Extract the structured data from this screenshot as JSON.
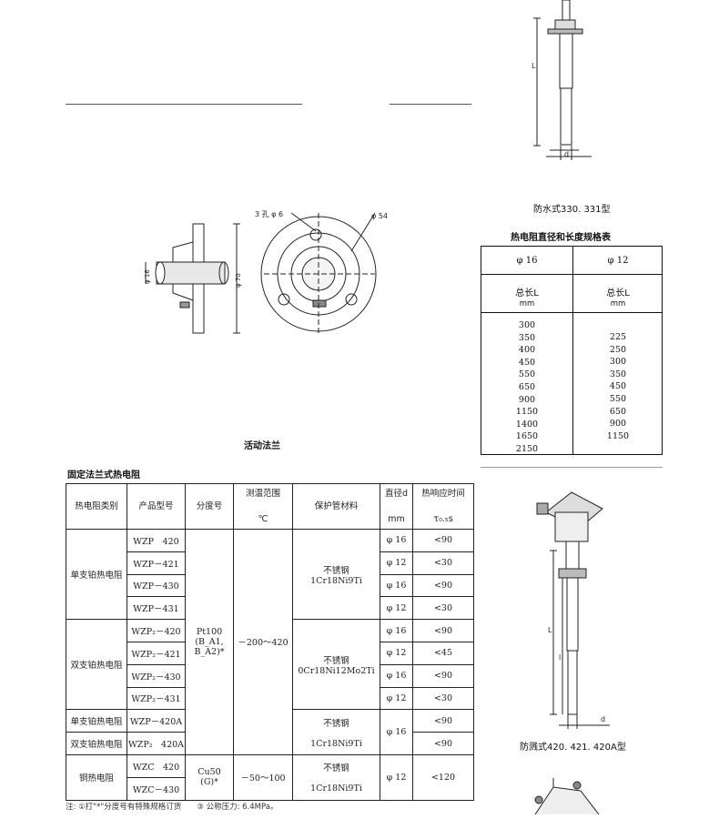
{
  "captions": {
    "waterproof": "防水式330. 331型",
    "spec_table_title": "热电阻直径和长度规格表",
    "flange": "活动法兰",
    "fixed_flange_title": "固定法兰式热电阻",
    "explosion_proof": "防溅式420. 421. 420A型"
  },
  "drawing_labels": {
    "holes": "3 孔 φ 6",
    "phi54": "φ 54",
    "phi16": "φ 16",
    "phi70": "φ 70",
    "L": "L",
    "d": "d",
    "l": "l"
  },
  "spec_table": {
    "headers": [
      "φ 16",
      "φ 12"
    ],
    "subheaders": [
      "总长L",
      "总长L"
    ],
    "units": [
      "mm",
      "mm"
    ],
    "phi16_values": [
      "300",
      "350",
      "400",
      "450",
      "550",
      "650",
      "900",
      "1150",
      "1400",
      "1650",
      "2150"
    ],
    "phi12_values": [
      "225",
      "250",
      "300",
      "350",
      "450",
      "550",
      "650",
      "900",
      "1150"
    ]
  },
  "main_table": {
    "headers": {
      "type": "热电阻类别",
      "model": "产品型号",
      "graduation": "分度号",
      "range": "测温范围",
      "range_unit": "℃",
      "material": "保护管材料",
      "diameter": "直径d",
      "diameter_unit": "mm",
      "response": "热响应时间",
      "response_unit": "τ₀.₅s"
    },
    "groups": {
      "single_pt": "单支铂热电阻",
      "double_pt": "双支铂热电阻",
      "single_pt2": "单支铂热电阻",
      "double_pt2": "双支铂热电阻",
      "copper": "铜热电阻"
    },
    "models": [
      "WZP　420",
      "WZP－421",
      "WZP－430",
      "WZP－431",
      "WZP₂－420",
      "WZP₂－421",
      "WZP₂－430",
      "WZP₂－431",
      "WZP－420A",
      "WZP₂　420A",
      "WZC　420",
      "WZC－430"
    ],
    "diameters": [
      "φ 16",
      "φ 12",
      "φ 16",
      "φ 12",
      "φ 16",
      "φ 12",
      "φ 16",
      "φ 12",
      "φ 16",
      "φ 12"
    ],
    "responses": [
      "<90",
      "<30",
      "<90",
      "<30",
      "<90",
      "<45",
      "<90",
      "<30",
      "<90",
      "<90",
      "<120"
    ],
    "pt_graduation": "Pt100",
    "pt_graduation_sub": "(B_A1, B_A2)*",
    "cu_graduation": "Cu50",
    "cu_graduation_sub": "(G)*",
    "pt_range": "－200～420",
    "cu_range": "－50～100",
    "mat_1a": "不锈钢",
    "mat_1b": "1Cr18Ni9Ti",
    "mat_2a": "不锈钢",
    "mat_2b": "0Cr18Ni12Mo2Ti",
    "mat_3a": "不锈钢",
    "mat_3b": "1Cr18Ni9Ti",
    "mat_4a": "不锈钢",
    "mat_4b": "1Cr18Ni9Ti",
    "d_phi16_shared": "φ 16"
  },
  "note": "注: ①打\"*\"分度号有特殊规格订货　　③ 公称压力: 6.4MPa。"
}
